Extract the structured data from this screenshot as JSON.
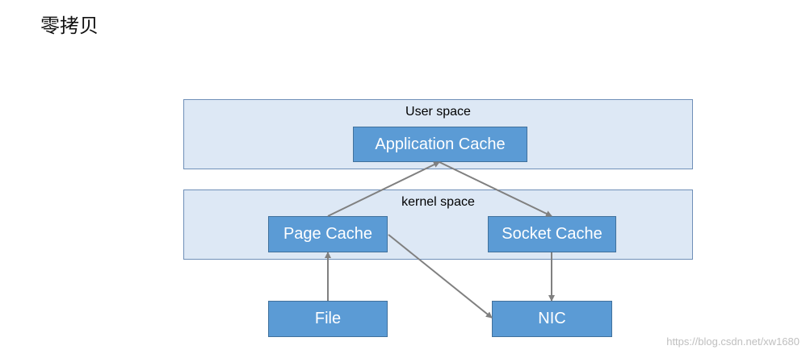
{
  "title": "零拷贝",
  "layers": {
    "user": {
      "label": "User space"
    },
    "kernel": {
      "label": "kernel space"
    }
  },
  "nodes": {
    "application_cache": "Application Cache",
    "page_cache": "Page Cache",
    "socket_cache": "Socket Cache",
    "file": "File",
    "nic": "NIC"
  },
  "watermark": "https://blog.csdn.net/xw1680",
  "colors": {
    "layer_fill": "#dde8f5",
    "layer_border": "#6f8fb8",
    "node_fill": "#5b9bd5",
    "node_border": "#41719c",
    "arrow": "#808080"
  }
}
